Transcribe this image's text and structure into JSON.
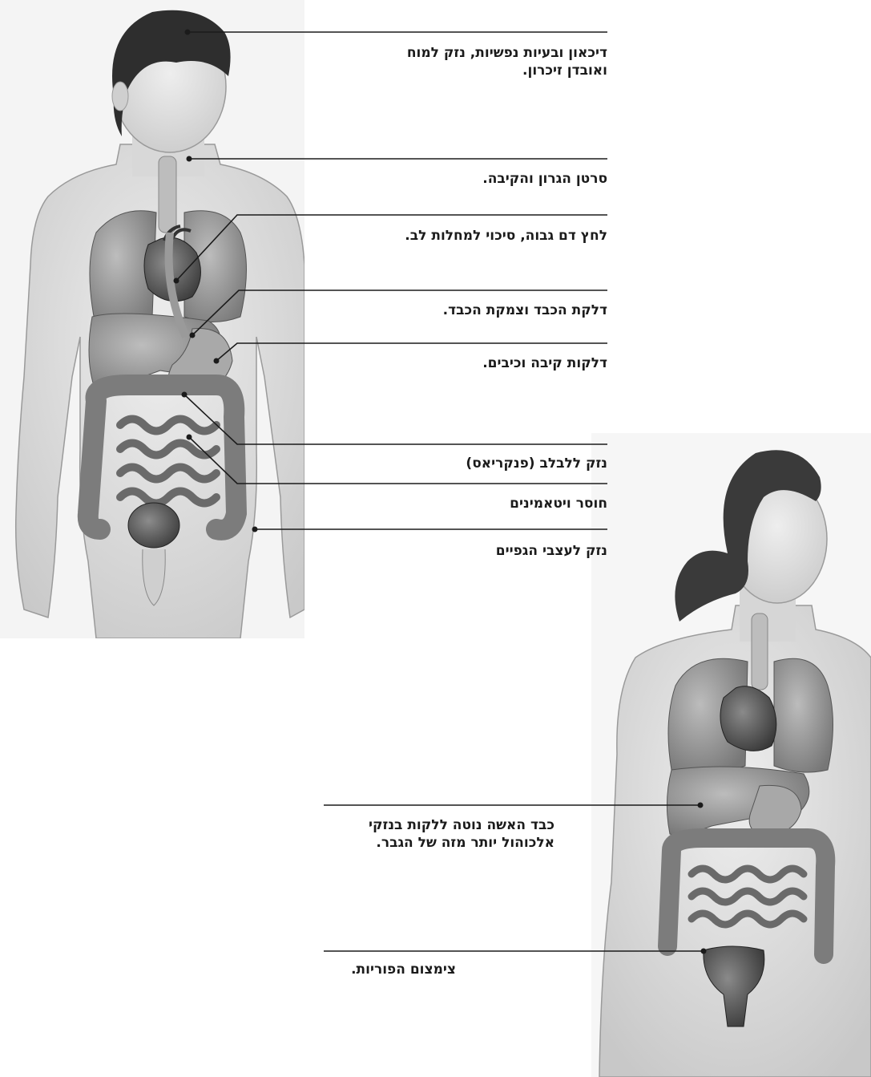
{
  "labels": {
    "male": [
      "דיכאון ובעיות נפשיות, נזק למוח\nואובדן זיכרון.",
      "סרטן הגרון והקיבה.",
      "לחץ דם גבוה, סיכוי למחלות לב.",
      "דלקת הכבד וצמקת הכבד.",
      "דלקות קיבה וכיבים.",
      "נזק ללבלב (פנקריאס)",
      "חוסר ויטאמינים",
      "נזק לעצבי הגפיים"
    ],
    "female": [
      "כבד האשה נוטה ללקות בנזקי\nאלכוהול יותר מזה של הגבר.",
      "צימצום הפוריות."
    ]
  },
  "colors": {
    "ink": "#1b1b1b",
    "skin": "#dcdcdc",
    "organ_dark": "#4a4a4a",
    "organ_mid": "#8a8a8a",
    "hair": "#2e2e2e"
  }
}
